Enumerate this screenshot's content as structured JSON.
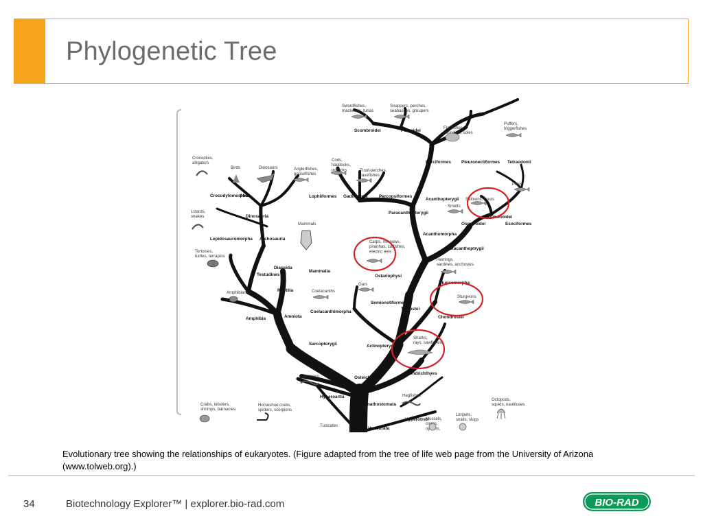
{
  "slide": {
    "title": "Phylogenetic Tree",
    "caption": "Evolutionary tree showing the relationships of eukaryotes.  (Figure adapted from the tree of life web page from the University of Arizona (www.tolweb.org).)",
    "page_number": "34",
    "footer_text": "Biotechnology Explorer™ |   explorer.bio-rad.com",
    "logo_text": "BIO-RAD"
  },
  "colors": {
    "accent": "#f7a21b",
    "title": "#6b6b6b",
    "logo_green": "#0b9a58",
    "circle": "#d62028",
    "branch": "#111111"
  },
  "tree": {
    "nodes": [
      {
        "text": "Scombroidei",
        "bold": true
      },
      {
        "text": "Percoidei",
        "bold": true
      },
      {
        "text": "Perciformes",
        "bold": true
      },
      {
        "text": "Pleuronectiformes",
        "bold": true
      },
      {
        "text": "Tetraodontiformes",
        "bold": true
      },
      {
        "text": "Crocodylomorpha",
        "bold": true
      },
      {
        "text": "Aves",
        "bold": true
      },
      {
        "text": "Dinosauria",
        "bold": true
      },
      {
        "text": "Lophiiformes",
        "bold": true
      },
      {
        "text": "Gadiformes",
        "bold": true
      },
      {
        "text": "Percopsiformes",
        "bold": true
      },
      {
        "text": "Acanthopterygii",
        "bold": true
      },
      {
        "text": "Paracanthopterygii",
        "bold": true
      },
      {
        "text": "Salmonoidei",
        "bold": true
      },
      {
        "text": "Osmeroidei",
        "bold": true
      },
      {
        "text": "Esociformes",
        "bold": true
      },
      {
        "text": "Lepidosauromorpha",
        "bold": true
      },
      {
        "text": "Archosauria",
        "bold": true
      },
      {
        "text": "Acanthomorpha",
        "bold": true
      },
      {
        "text": "Protacanthoptrygii",
        "bold": true
      },
      {
        "text": "Diapsida",
        "bold": true
      },
      {
        "text": "Testudines",
        "bold": true
      },
      {
        "text": "Mammalia",
        "bold": true
      },
      {
        "text": "Ostariophysi",
        "bold": true
      },
      {
        "text": "Clupeomorpha",
        "bold": true
      },
      {
        "text": "Reptilia",
        "bold": true
      },
      {
        "text": "Semionotiformes",
        "bold": true
      },
      {
        "text": "Teleostei",
        "bold": true
      },
      {
        "text": "Coelacanthimorpha",
        "bold": true
      },
      {
        "text": "Chondrostei",
        "bold": true
      },
      {
        "text": "Amphibia",
        "bold": true
      },
      {
        "text": "Amniota",
        "bold": true
      },
      {
        "text": "Sarcopterygii",
        "bold": true
      },
      {
        "text": "Actinopterygii",
        "bold": true
      },
      {
        "text": "Chondrichthyes",
        "bold": true
      },
      {
        "text": "Osteichthyes",
        "bold": true
      },
      {
        "text": "Hyperoartia",
        "bold": true
      },
      {
        "text": "Gnathostomata",
        "bold": true
      },
      {
        "text": "Hyperotreti",
        "bold": true
      },
      {
        "text": "Vertebrata",
        "bold": true
      }
    ],
    "organisms": [
      {
        "lines": [
          "Swordfishes,",
          "mackerels, tunas"
        ]
      },
      {
        "lines": [
          "Snappers, perches,",
          "seabasses, groupers"
        ]
      },
      {
        "lines": [
          "Puffers,",
          "triggerfishes"
        ]
      },
      {
        "lines": [
          "Flat fishes,",
          "flounders, soles"
        ]
      },
      {
        "lines": [
          "Crocodiles,",
          "alligators"
        ]
      },
      {
        "lines": [
          "Birds"
        ]
      },
      {
        "lines": [
          "Dinosaurs"
        ]
      },
      {
        "lines": [
          "Cods,",
          "haddocks,",
          "pollacks"
        ]
      },
      {
        "lines": [
          "Anglerfishes,",
          "goosefishes"
        ]
      },
      {
        "lines": [
          "Trout-perches,",
          "cavefishes"
        ]
      },
      {
        "lines": [
          "Pikes"
        ]
      },
      {
        "lines": [
          "Salmons, trouts"
        ]
      },
      {
        "lines": [
          "Smelts"
        ]
      },
      {
        "lines": [
          "Lizards,",
          "snakes"
        ]
      },
      {
        "lines": [
          "Mammals"
        ]
      },
      {
        "lines": [
          "Carps, minnows,",
          "piranhas, catfishes,",
          "electric eels"
        ]
      },
      {
        "lines": [
          "Tortoises,",
          "turtles, terrapins"
        ]
      },
      {
        "lines": [
          "Herrings,",
          "sardines, anchovies"
        ]
      },
      {
        "lines": [
          "Amphibians"
        ]
      },
      {
        "lines": [
          "Coelacanths"
        ]
      },
      {
        "lines": [
          "Gars"
        ]
      },
      {
        "lines": [
          "Sturgeons"
        ]
      },
      {
        "lines": [
          "Sharks,",
          "rays, sawfishes"
        ]
      },
      {
        "lines": [
          "Lampreys"
        ]
      },
      {
        "lines": [
          "Hagfishes"
        ]
      },
      {
        "lines": [
          "Crabs, lobsters,",
          "shrimps, barnacles"
        ]
      },
      {
        "lines": [
          "Horseshoe crabs,",
          "spiders, scorpions"
        ]
      },
      {
        "lines": [
          "Tunicates"
        ]
      },
      {
        "lines": [
          "Mussels,",
          "clams,",
          "oysters,"
        ]
      },
      {
        "lines": [
          "Limpets,",
          "snails, slugs"
        ]
      },
      {
        "lines": [
          "Octopods,",
          "squids, nautiluses"
        ]
      }
    ]
  }
}
